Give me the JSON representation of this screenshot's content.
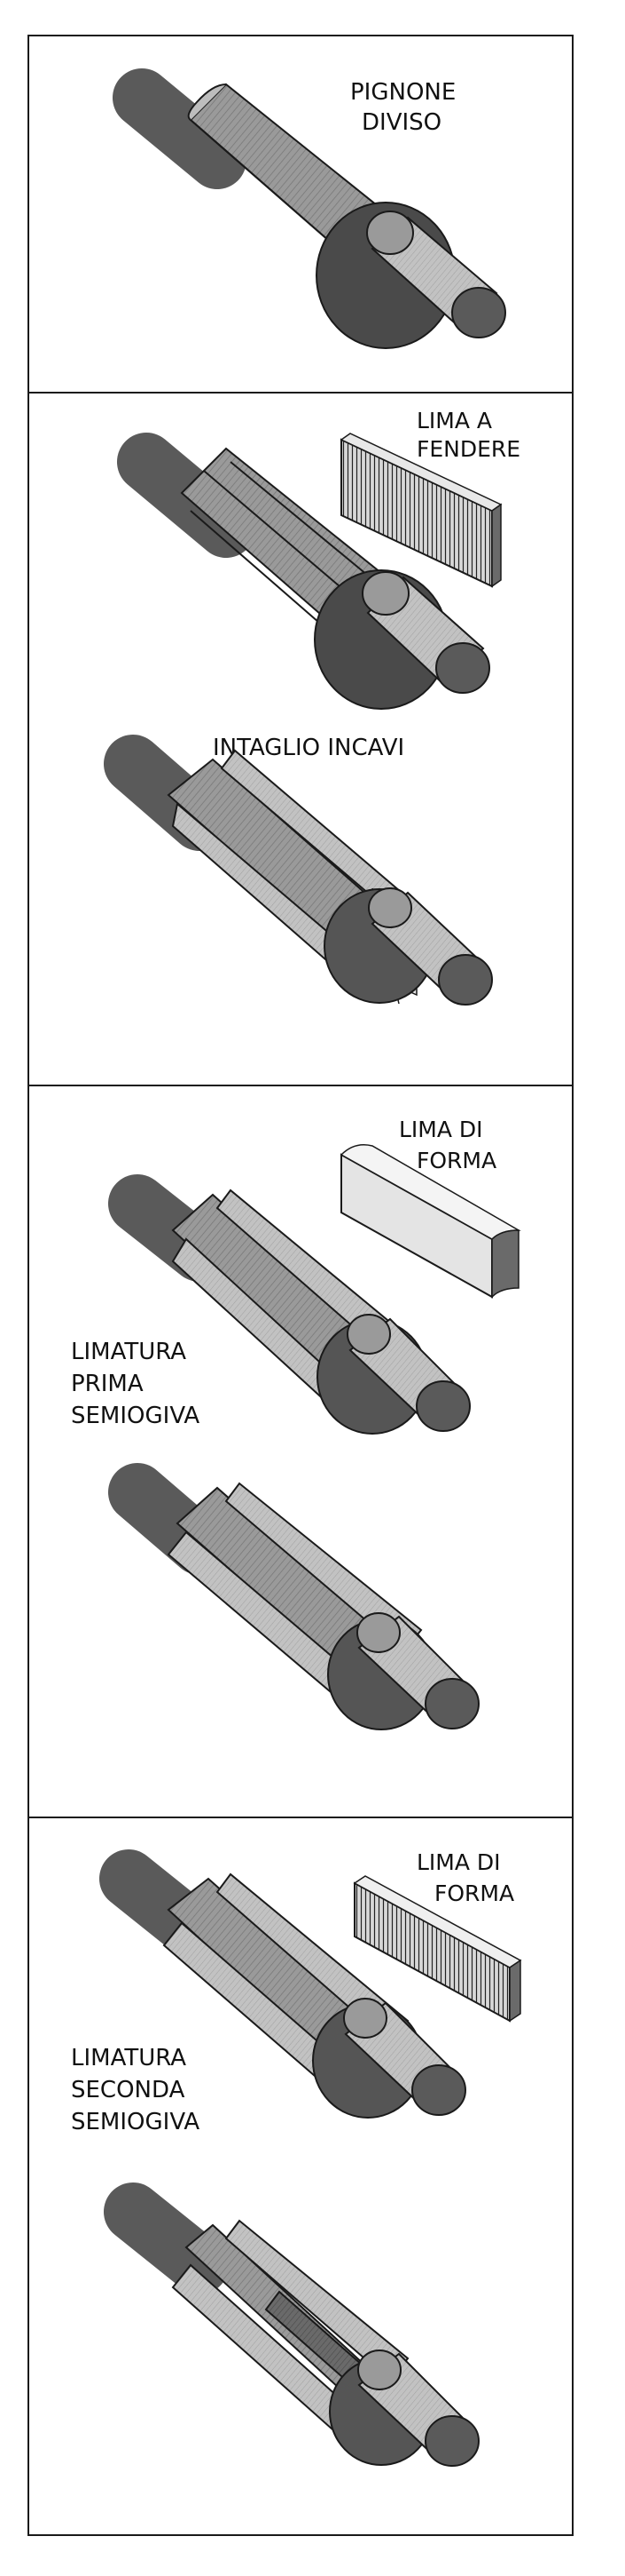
{
  "panels": [
    {
      "labels": [
        {
          "lines": [
            "PIGNONE",
            "DIVISO"
          ]
        }
      ]
    },
    {
      "labels": [
        {
          "lines": [
            "LIMA A",
            "FENDERE"
          ]
        },
        {
          "lines": [
            "INTAGLIO INCAVI"
          ]
        }
      ]
    },
    {
      "labels": [
        {
          "lines": [
            "LIMA DI",
            "FORMA"
          ]
        },
        {
          "lines": [
            "LIMATURA",
            "PRIMA",
            "SEMIOGIVA"
          ]
        }
      ]
    },
    {
      "labels": [
        {
          "lines": [
            "LIMA DI",
            "FORMA"
          ]
        },
        {
          "lines": [
            "LIMATURA",
            "SECONDA",
            "SEMIOGIVA"
          ]
        }
      ]
    }
  ],
  "colors": {
    "border": "#1a1a1a",
    "shaft_dark": "#5a5a5a",
    "body_mid": "#9a9a9a",
    "body_light": "#c8c8c8",
    "end_face": "#4a4a4a"
  }
}
